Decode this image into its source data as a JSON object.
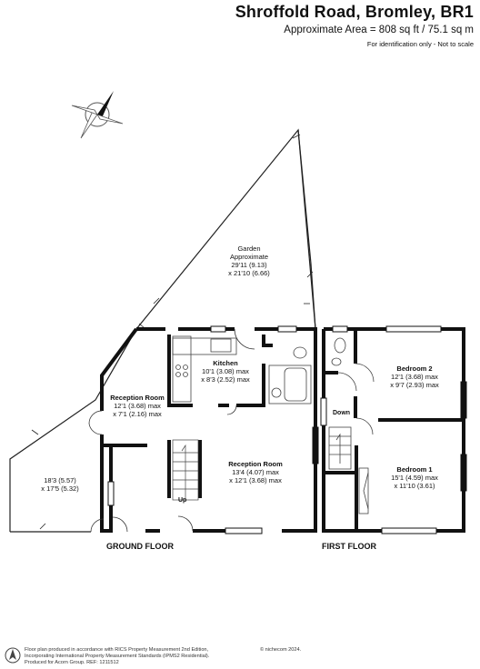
{
  "header": {
    "address": "Shroffold Road, Bromley, BR1",
    "area": "Approximate Area = 808 sq ft / 75.1 sq m",
    "note": "For identification only - Not to scale"
  },
  "compass": {
    "letter": "N"
  },
  "rooms": {
    "garden": {
      "name": "Garden",
      "line1": "Approximate",
      "line2": "29'11 (9.13)",
      "line3": "x 21'10 (6.66)"
    },
    "front_garden": {
      "line1": "18'3 (5.57)",
      "line2": "x 17'5 (5.32)"
    },
    "kitchen": {
      "name": "Kitchen",
      "line1": "10'1 (3.08) max",
      "line2": "x 8'3 (2.52) max"
    },
    "reception1": {
      "name": "Reception Room",
      "line1": "12'1 (3.68) max",
      "line2": "x 7'1 (2.16) max"
    },
    "reception2": {
      "name": "Reception Room",
      "line1": "13'4 (4.07) max",
      "line2": "x 12'1 (3.68) max"
    },
    "bedroom2": {
      "name": "Bedroom 2",
      "line1": "12'1 (3.68) max",
      "line2": "x 9'7 (2.93) max"
    },
    "bedroom1": {
      "name": "Bedroom 1",
      "line1": "15'1 (4.59) max",
      "line2": "x 11'10 (3.61)"
    }
  },
  "stairs": {
    "up": "Up",
    "down": "Down"
  },
  "floors": {
    "ground": "GROUND FLOOR",
    "first": "FIRST FLOOR"
  },
  "footer": {
    "line1": "Floor plan produced in accordance with RICS Property Measurement 2nd Edition,",
    "line2": "Incorporating International Property Measurement Standards (IPMS2 Residential).",
    "line3": "Produced for Acorn Group.   REF:  1211512",
    "copyright": "© nichecom 2024."
  }
}
